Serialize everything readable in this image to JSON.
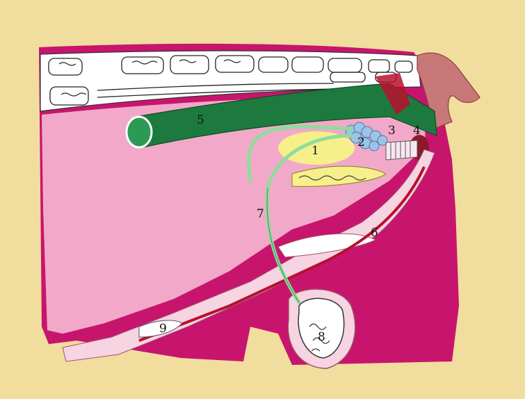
{
  "figure": {
    "background_color": "#f1dd9e",
    "labels": [
      {
        "id": "label-1",
        "text": "1"
      },
      {
        "id": "label-2",
        "text": "2"
      },
      {
        "id": "label-3",
        "text": "3"
      },
      {
        "id": "label-4",
        "text": "4"
      },
      {
        "id": "label-5",
        "text": "5"
      },
      {
        "id": "label-6",
        "text": "6"
      },
      {
        "id": "label-7",
        "text": "7"
      },
      {
        "id": "label-8",
        "text": "8"
      },
      {
        "id": "label-9",
        "text": "9"
      }
    ]
  },
  "colors": {
    "skin": "#c7156e",
    "pelvic_cavity": "#f2a9c9",
    "light_tissue": "#f7d4e2",
    "rectum": "#1d7a3f",
    "bladder": "#f6ef8a",
    "gland_blue": "#9cc4e8",
    "duct_green": "#8fdc9b",
    "tail": "#c87878",
    "bone_band": "#ffffff"
  }
}
